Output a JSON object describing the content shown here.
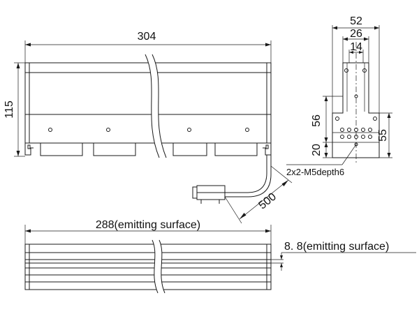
{
  "front_view": {
    "width_label": "304",
    "height_label": "115",
    "cable_length_label": "500"
  },
  "side_view": {
    "width_outer_label": "52",
    "width_mid_label": "26",
    "width_inner_label": "14",
    "height_56_label": "56",
    "height_20_label": "20",
    "height_55_label": "55",
    "mount_hole_label": "2x2-M5depth6"
  },
  "bottom_view": {
    "emitting_length_label": "288(emitting surface)",
    "emitting_width_label": "8. 8(emitting surface)"
  }
}
